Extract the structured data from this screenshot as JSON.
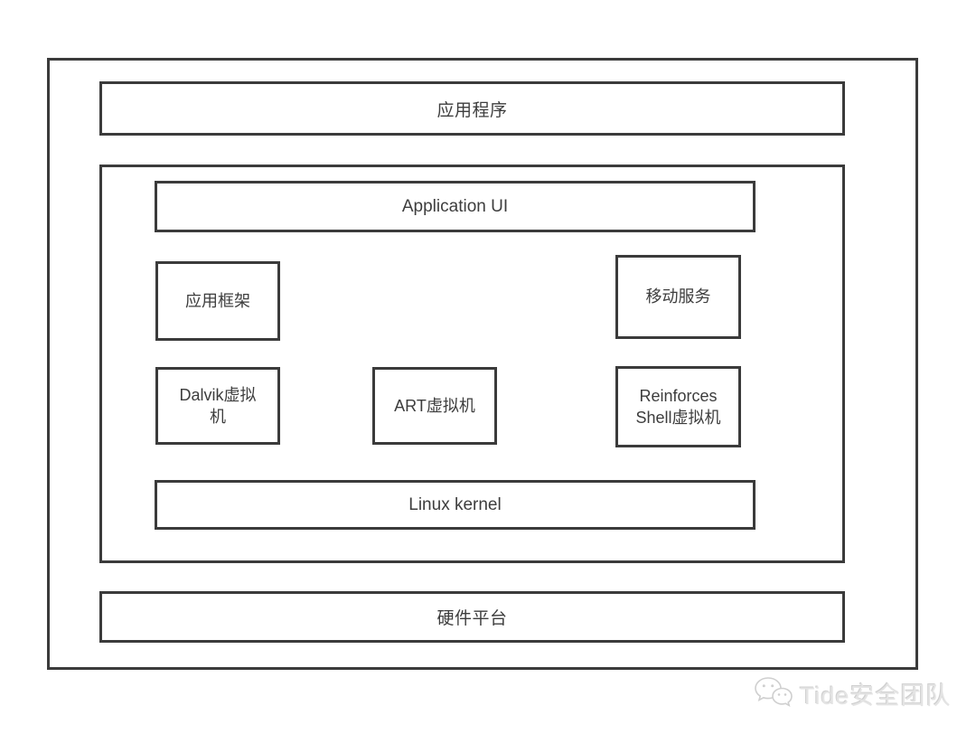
{
  "colors": {
    "border": "#3b3b3b",
    "text": "#3d3d3d",
    "background": "#ffffff",
    "watermark_text": "#e4e4e4"
  },
  "diagram": {
    "application_layer": "应用程序",
    "application_ui": "Application UI",
    "app_framework": "应用框架",
    "mobile_services": "移动服务",
    "dalvik_vm": "Dalvik虚拟机",
    "art_vm": "ART虚拟机",
    "reinforces_shell_vm": "Reinforces Shell虚拟机",
    "linux_kernel": "Linux kernel",
    "hardware_platform": "硬件平台"
  },
  "watermark": {
    "icon": "wechat-icon",
    "text": "Tide安全团队"
  }
}
